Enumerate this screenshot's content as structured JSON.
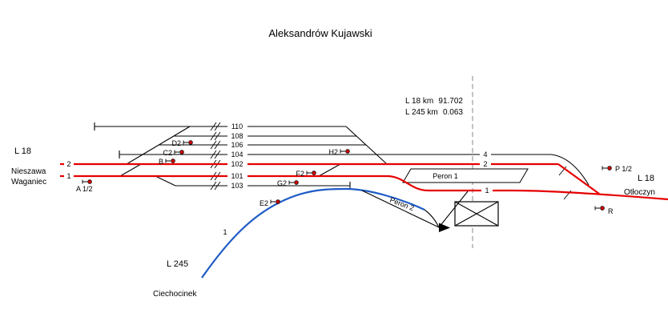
{
  "title": "Aleksandrów Kujawski",
  "colors": {
    "main_line": "#e60000",
    "branch_line": "#1e5bc6",
    "siding_line": "#000000",
    "dashed_line": "#999999",
    "signal": "#cc0000"
  },
  "left_exit": {
    "line": "L 18",
    "dest_line1": "Nieszawa",
    "dest_line2": "Waganiec",
    "track2_label": "2",
    "track1_label": "1"
  },
  "right_exit": {
    "line": "L 18",
    "dest": "Otłoczyn",
    "track4_label": "4",
    "track2_label": "2",
    "track1_label": "1"
  },
  "branch_exit": {
    "line": "L 245",
    "dest": "Ciechocinek",
    "track1_label": "1"
  },
  "km_post": {
    "l18_label": "L 18  km",
    "l18_value": "91.702",
    "l245_label": "L 245 km",
    "l245_value": "0.063"
  },
  "track_labels": {
    "t110": "110",
    "t108": "108",
    "t106": "106",
    "t104": "104",
    "t102": "102",
    "t101": "101",
    "t103": "103"
  },
  "signals": {
    "d2": "D2",
    "c2": "C2",
    "b": "B",
    "a12": "A 1/2",
    "h2": "H2",
    "f2": "F2",
    "g2": "G2",
    "e2": "E2",
    "p12": "P 1/2",
    "r": "R"
  },
  "platforms": {
    "peron1": "Peron 1",
    "peron2": "Peron 2"
  }
}
